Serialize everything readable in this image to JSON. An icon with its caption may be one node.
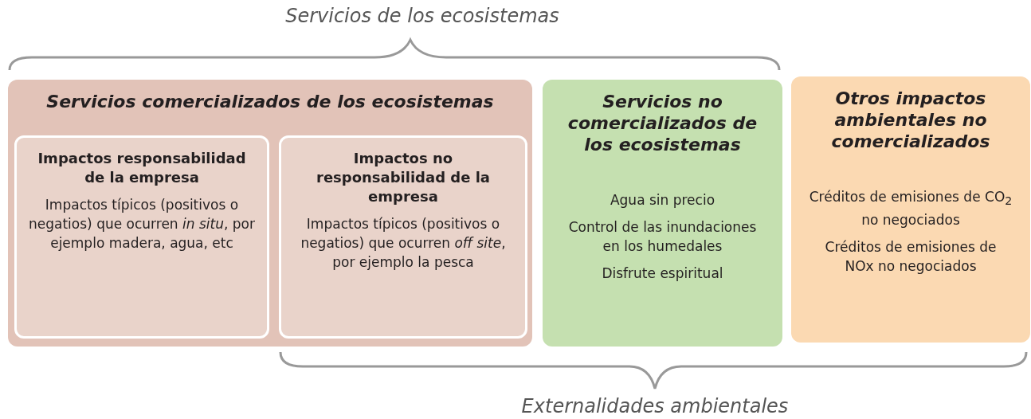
{
  "diagram": {
    "nodes": [
      {
        "text": [
          "Servicios comercializados de los ecosistemas"
        ]
      },
      {
        "text": [
          "Impactos responsabilidad de la empresa",
          "Impactos típicos (positivos o negatios) que ocurren *in situ*, por ejemplo madera, agua, etc"
        ],
        "in": 0
      },
      {
        "text": [
          "Impactos no responsabilidad de la empresa",
          "Impactos típicos (positivos o negatios) que ocurren *off site*, por ejemplo la pesca"
        ],
        "in": 0
      },
      {
        "text": [
          "Servicios no comercializados de los ecosistemas",
          "Agua sin precio",
          "Control de las inundaciones en los humedales",
          "Disfrute espiritual"
        ]
      },
      {
        "text": [
          "Otros impactos ambientales no comercializados",
          "Créditos de emisiones de CO$_{2}$ no negociados",
          "Créditos de emisiones de NOx no negociados"
        ]
      }
    ],
    "edges": [],
    "labels": [
      "Servicios de los ecosistemas",
      "Externalidades ambientales"
    ]
  }
}
